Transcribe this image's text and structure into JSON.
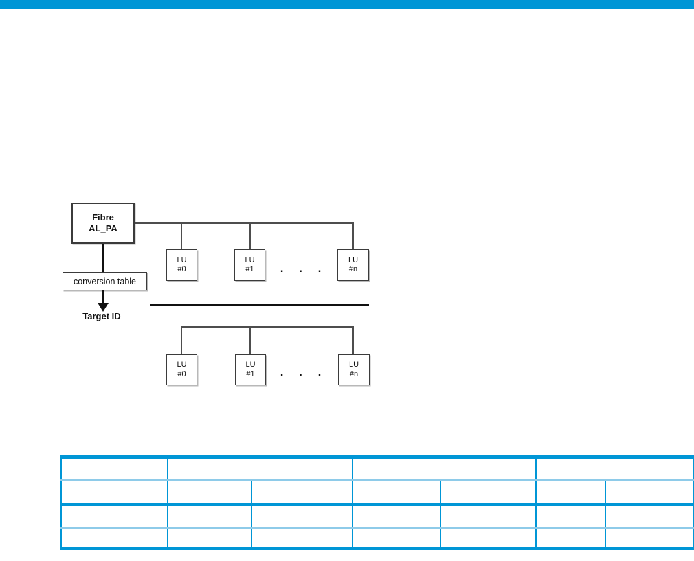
{
  "page": {
    "background": "#ffffff",
    "top_bar_color": "#0096d6"
  },
  "colors": {
    "brand_blue": "#0096d6",
    "table_light_blue": "#8ecbe9",
    "diagram_line": "#4d4d4d",
    "diagram_ink": "#111111"
  },
  "diagram": {
    "fibre_box": {
      "line1": "Fibre",
      "line2": "AL_PA"
    },
    "conversion_box": {
      "label": "conversion table"
    },
    "target_label": "Target ID",
    "top_row": {
      "boxes": [
        {
          "line1": "LU",
          "line2": "#0"
        },
        {
          "line1": "LU",
          "line2": "#1"
        },
        {
          "line1": "LU",
          "line2": "#n"
        }
      ],
      "ellipsis": ". . ."
    },
    "bottom_row": {
      "boxes": [
        {
          "line1": "LU",
          "line2": "#0"
        },
        {
          "line1": "LU",
          "line2": "#1"
        },
        {
          "line1": "LU",
          "line2": "#n"
        }
      ],
      "ellipsis": ". . ."
    }
  },
  "table": {
    "header_cells": [
      "",
      "",
      "",
      ""
    ],
    "rows": [
      [
        "",
        "",
        "",
        "",
        "",
        "",
        ""
      ],
      [
        "",
        "",
        "",
        "",
        "",
        "",
        ""
      ],
      [
        "",
        "",
        "",
        "",
        "",
        "",
        ""
      ]
    ]
  }
}
